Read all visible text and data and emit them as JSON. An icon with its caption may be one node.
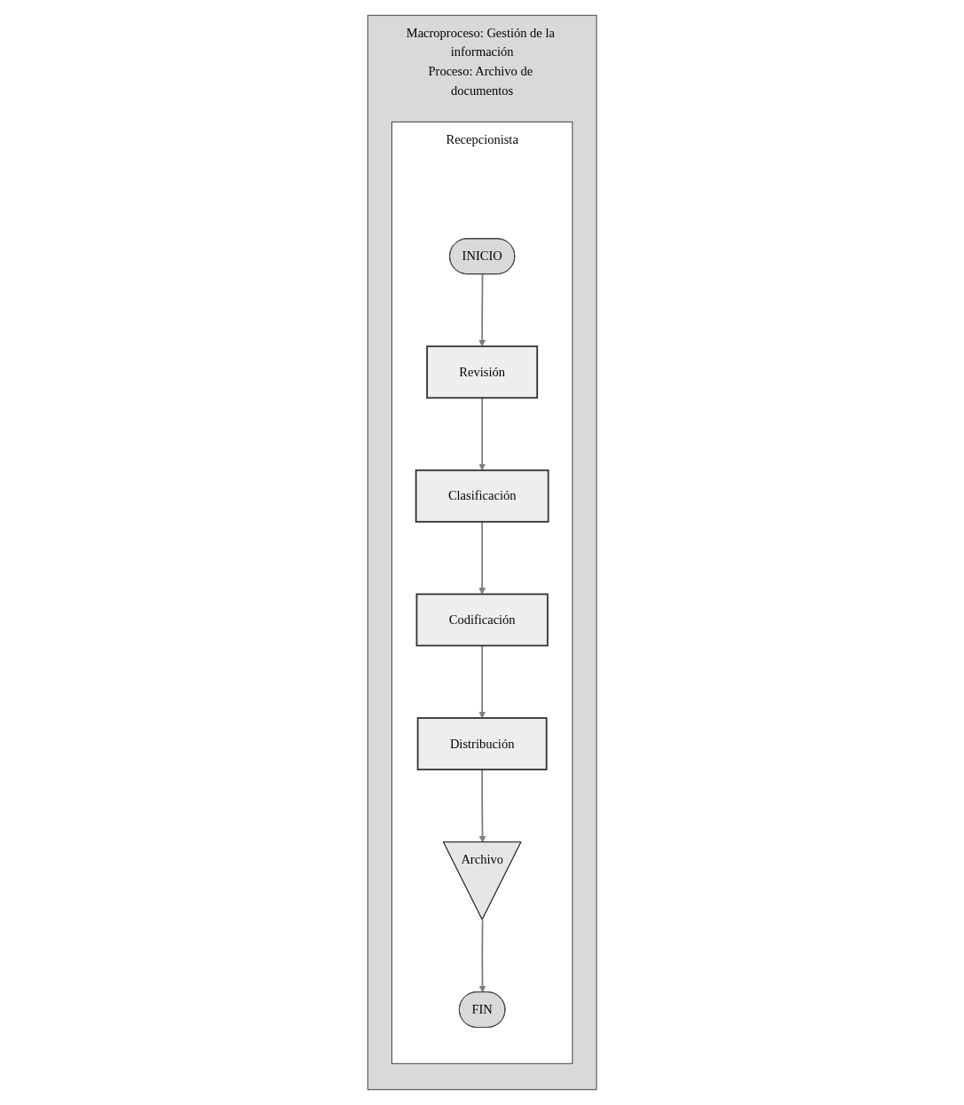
{
  "diagram": {
    "nodes": [
      {
        "text": [
          "Macroproceso: Gestión de la información",
          "Proceso: Archivo de documentos"
        ]
      },
      {
        "text": [
          "Recepcionista"
        ],
        "in": 0
      },
      {
        "text": [
          "INICIO"
        ],
        "in": 1
      },
      {
        "text": [
          "Revisión"
        ],
        "in": 1
      },
      {
        "text": [
          "Clasificación"
        ],
        "in": 1
      },
      {
        "text": [
          "Codificación"
        ],
        "in": 1
      },
      {
        "text": [
          "Distribución"
        ],
        "in": 1
      },
      {
        "text": [
          "Archivo"
        ],
        "in": 1
      },
      {
        "text": [
          "FIN"
        ],
        "in": 1
      }
    ],
    "edges": [
      {
        "from": 2,
        "to": 3,
        "arrow": "to"
      },
      {
        "from": 3,
        "to": 4,
        "arrow": "to"
      },
      {
        "from": 4,
        "to": 5,
        "arrow": "to"
      },
      {
        "from": 5,
        "to": 6,
        "arrow": "to"
      },
      {
        "from": 6,
        "to": 7,
        "arrow": "to"
      },
      {
        "from": 7,
        "to": 8,
        "arrow": "to"
      }
    ]
  }
}
